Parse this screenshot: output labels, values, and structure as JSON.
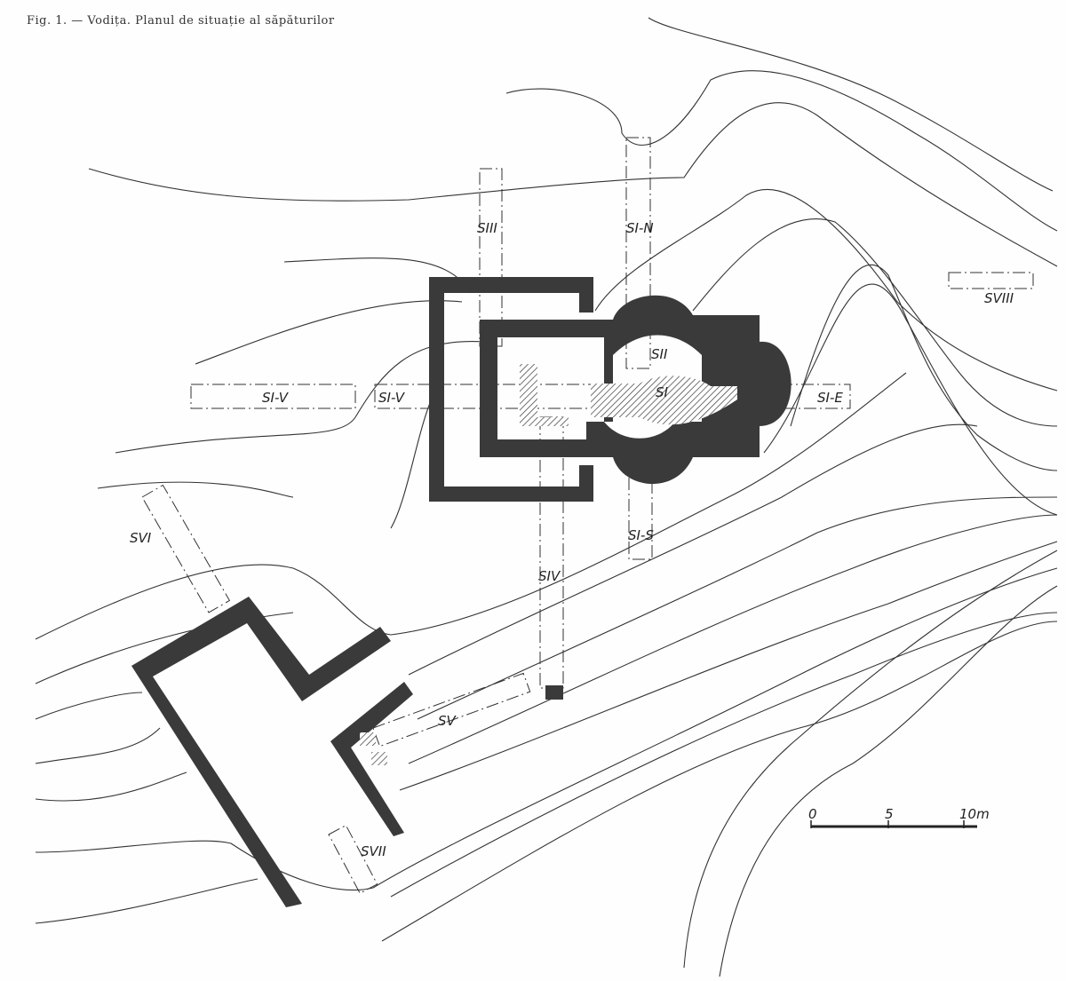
{
  "caption": "Fig. 1. — Vodița. Planul de situație al săpăturilor",
  "trenches": {
    "s1_v_outer": "SI-V",
    "s1_v_inner": "SI-V",
    "s3": "SIII",
    "s1_n": "SI-N",
    "s2": "SII",
    "s1": "SI",
    "s1_e": "SI-E",
    "s1_s": "SI-S",
    "s4": "SIV",
    "s5": "SV",
    "s6": "SVI",
    "s7": "SVII",
    "s8": "SVIII"
  },
  "scale": {
    "zero": "0",
    "mid": "5",
    "end": "10m"
  }
}
